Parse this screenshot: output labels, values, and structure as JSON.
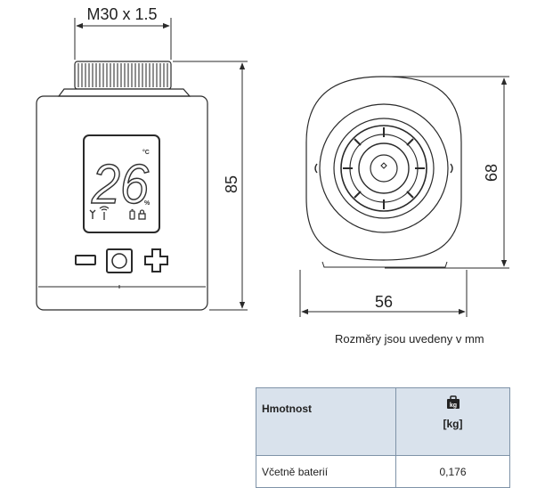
{
  "dimensions": {
    "thread": "M30 x 1.5",
    "height": "85",
    "width": "56",
    "depth": "68"
  },
  "display": {
    "digits": "26",
    "degree_unit": "°C",
    "percent": "%"
  },
  "note": "Rozměry jsou uvedeny v mm",
  "table": {
    "header_label": "Hmotnost",
    "unit_icon": "kg-weight-icon",
    "unit_icon_text": "kg",
    "unit": "[kg]",
    "row_label": "Včetně baterií",
    "row_value": "0,176"
  },
  "colors": {
    "line": "#2a2a2a",
    "table_header": "#d9e2ec",
    "table_border": "#7f93a8"
  }
}
